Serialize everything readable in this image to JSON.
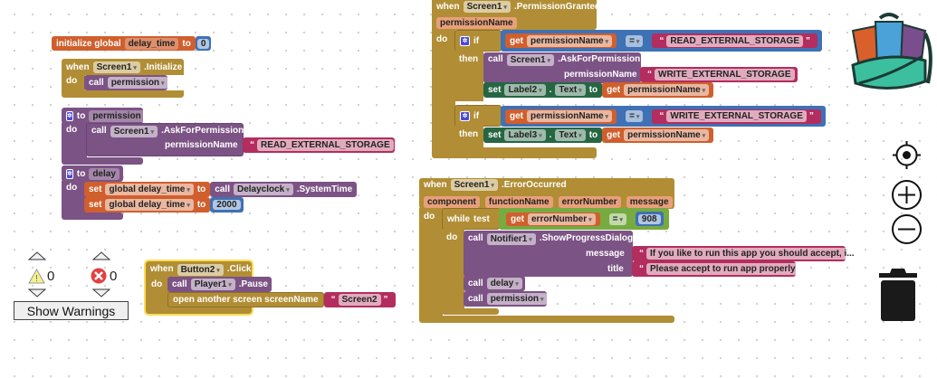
{
  "global_init": {
    "kw": "initialize global",
    "name": "delay_time",
    "to": "to",
    "value": "0"
  },
  "screen_init": {
    "when": "when",
    "component": "Screen1",
    "event": ".Initialize",
    "do": "do",
    "call": "call",
    "proc": "permission"
  },
  "proc_permission": {
    "to": "to",
    "name": "permission",
    "do": "do",
    "call": "call",
    "component": "Screen1",
    "method": ".AskForPermission",
    "param": "permissionName",
    "value": "READ_EXTERNAL_STORAGE"
  },
  "proc_delay": {
    "to": "to",
    "name": "delay",
    "do": "do",
    "set": "set",
    "var": "global delay_time",
    "to2": "to",
    "call": "call",
    "component": "Delayclock",
    "method": ".SystemTime",
    "value": "2000"
  },
  "perm_granted": {
    "when": "when",
    "component": "Screen1",
    "event": ".PermissionGranted",
    "param": "permissionName",
    "do": "do",
    "if1": {
      "if": "if",
      "get": "get",
      "var": "permissionName",
      "op": "=",
      "value": "READ_EXTERNAL_STORAGE",
      "then": "then",
      "call": "call",
      "component": "Screen1",
      "method": ".AskForPermission",
      "param": "permissionName",
      "arg": "WRITE_EXTERNAL_STORAGE",
      "set": "set",
      "label": "Label2",
      "prop": "Text",
      "dot": ".",
      "to": "to"
    },
    "if2": {
      "if": "if",
      "get": "get",
      "var": "permissionName",
      "op": "=",
      "value": "WRITE_EXTERNAL_STORAGE",
      "then": "then",
      "set": "set",
      "label": "Label3",
      "prop": "Text",
      "dot": ".",
      "to": "to"
    }
  },
  "error_occurred": {
    "when": "when",
    "component": "Screen1",
    "event": ".ErrorOccurred",
    "params": [
      "component",
      "functionName",
      "errorNumber",
      "message"
    ],
    "do": "do",
    "while": "while",
    "test": "test",
    "get": "get",
    "var": "errorNumber",
    "op": "=",
    "value": "908",
    "do2": "do",
    "call": "call",
    "notifier": "Notifier1",
    "method": ".ShowProgressDialog",
    "message_label": "message",
    "message": "If you like to run this app you should accept, i...",
    "title_label": "title",
    "title": "Please accept to run app  properly",
    "call_delay": "delay",
    "call_permission": "permission"
  },
  "button_click": {
    "when": "when",
    "component": "Button2",
    "event": ".Click",
    "do": "do",
    "call": "call",
    "player": "Player1",
    "method": ".Pause",
    "open": "open another screen  screenName",
    "screen": "Screen2"
  },
  "warnings": {
    "warning_count": "0",
    "error_count": "0",
    "button": "Show Warnings"
  }
}
